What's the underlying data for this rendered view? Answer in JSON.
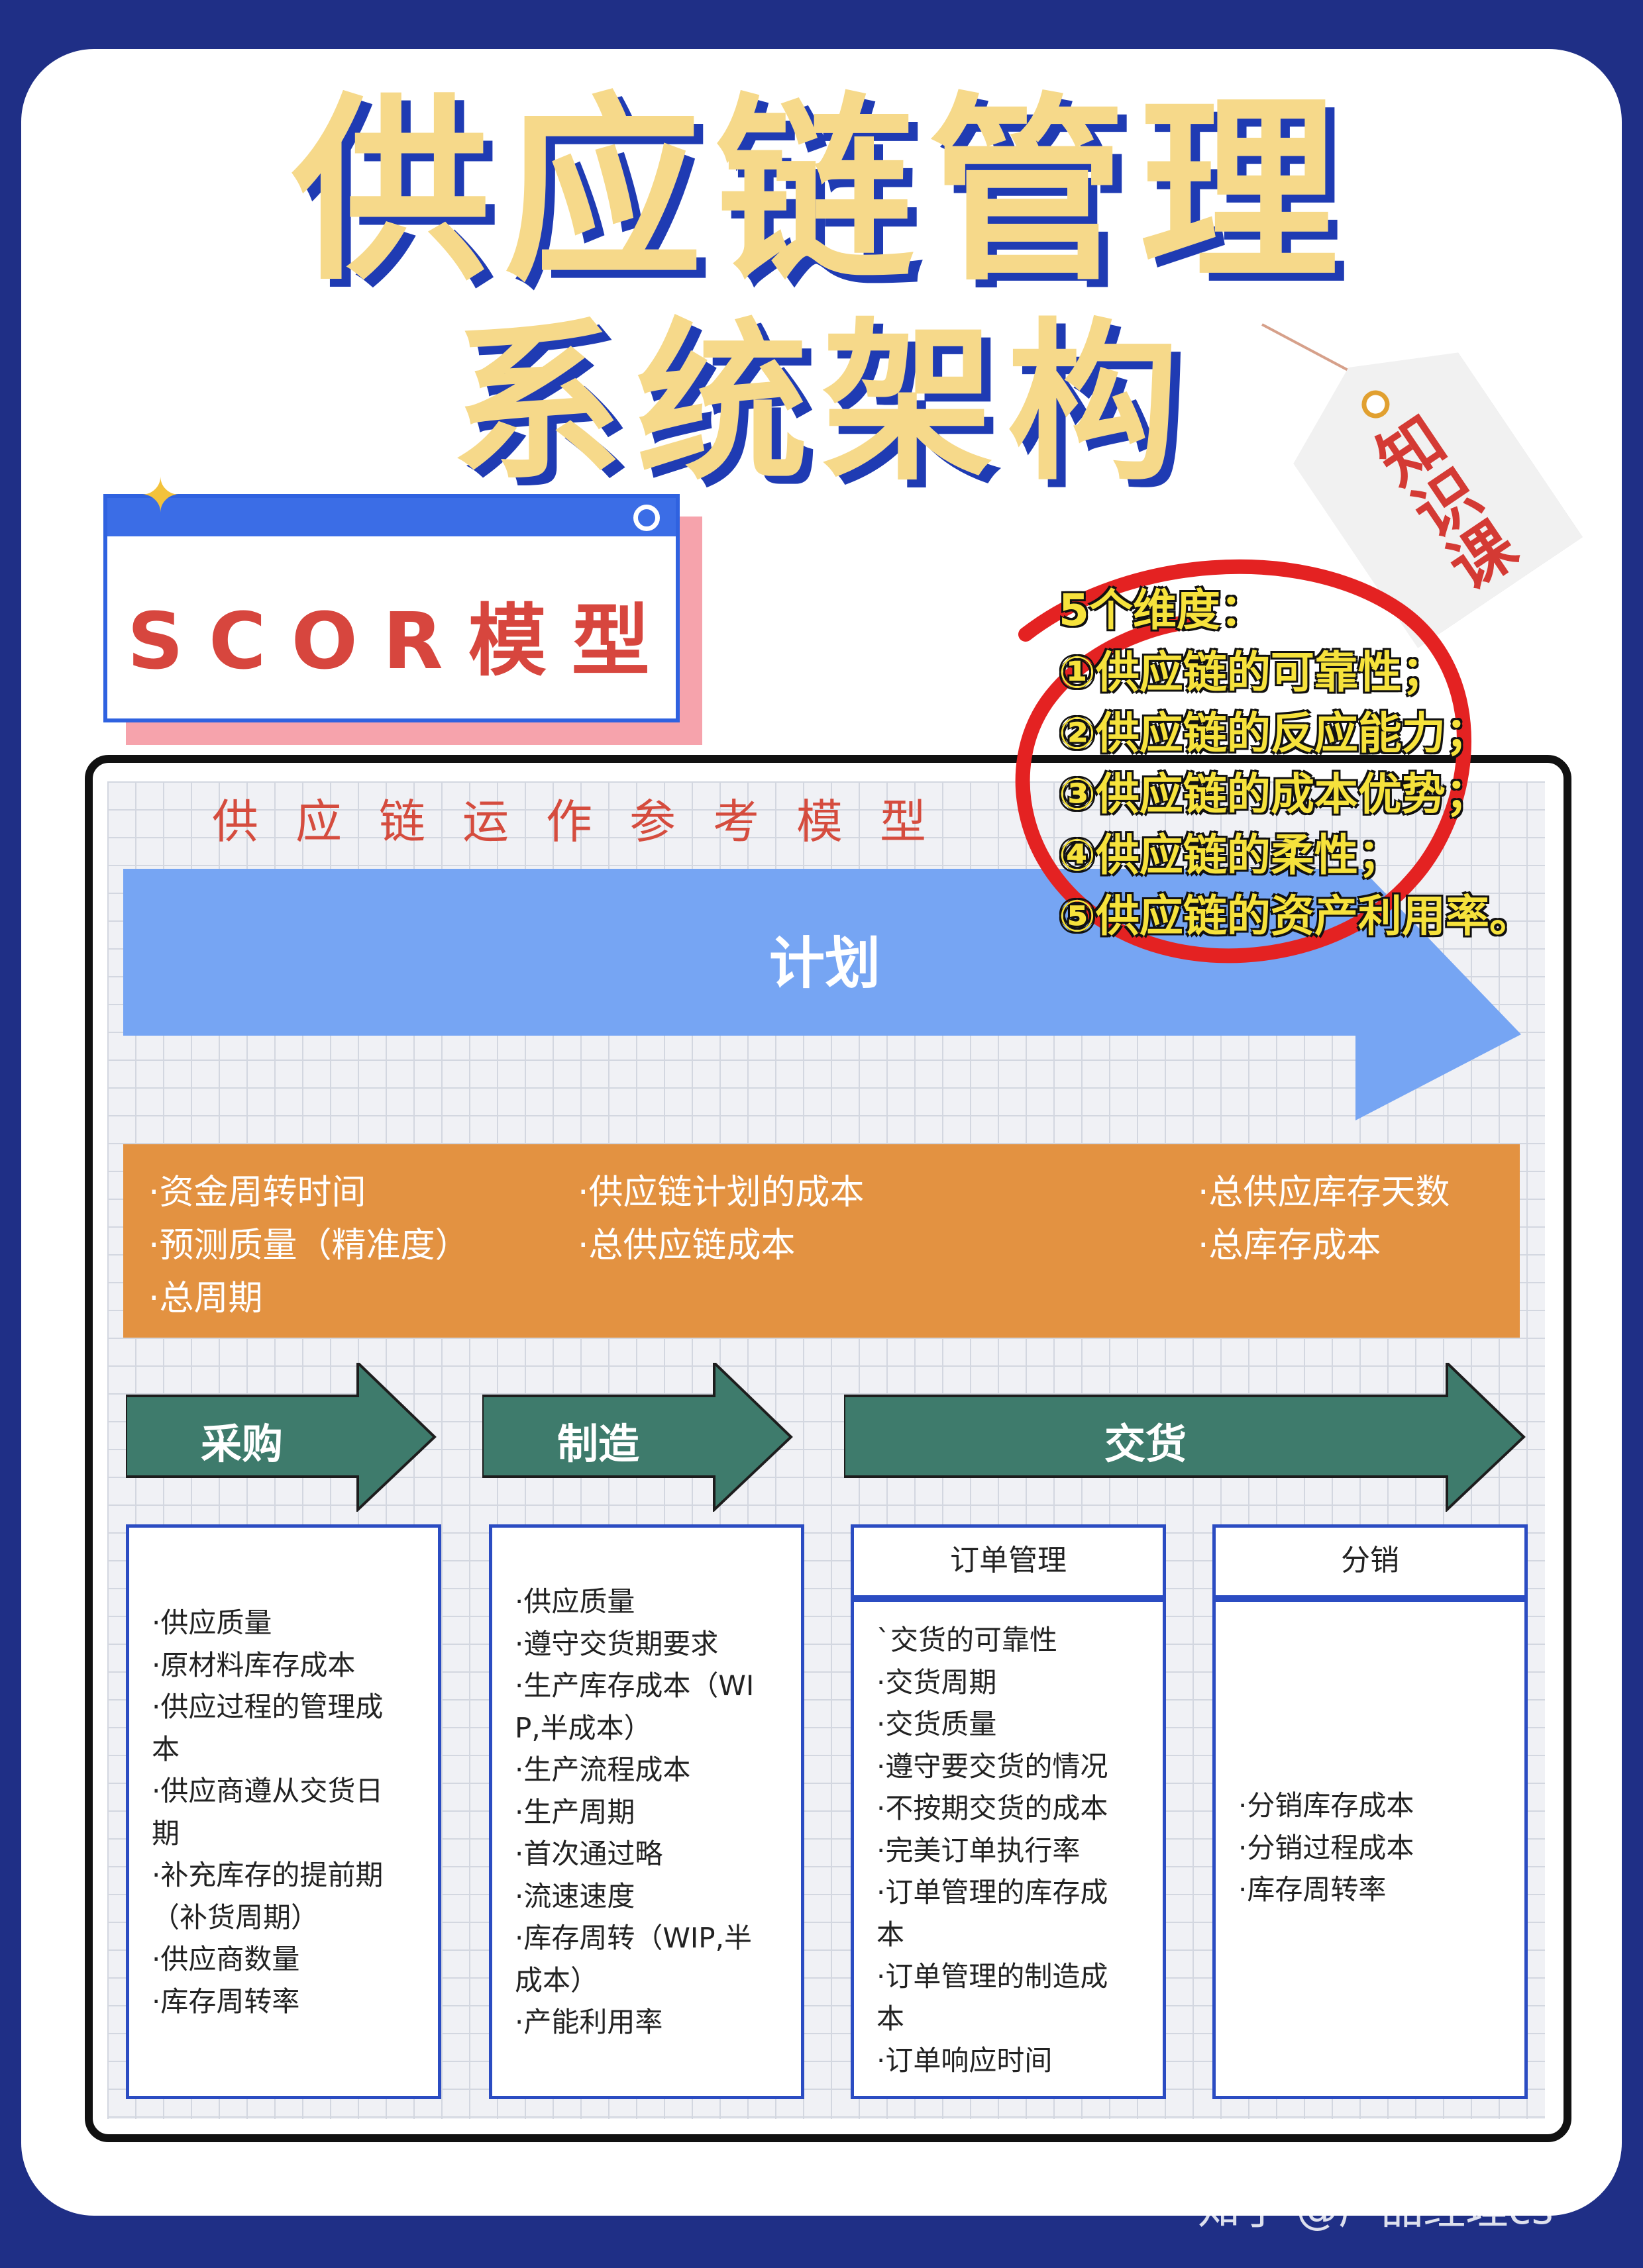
{
  "title": {
    "line1": "供应链管理",
    "line2": "系统架构"
  },
  "tag": {
    "text": "知识课堂"
  },
  "scor": {
    "label": "SCOR模型"
  },
  "model": {
    "title": "供应链运作参考模型",
    "plan_label": "计划",
    "plan_metrics": {
      "col1": [
        "·资金周转时间",
        "·预测质量（精准度）",
        "·总周期"
      ],
      "col2": [
        "·供应链计划的成本",
        "·总供应链成本"
      ],
      "col3": [
        "·总供应库存天数",
        "·总库存成本"
      ]
    },
    "stages": {
      "procurement": "采购",
      "manufacturing": "制造",
      "delivery": "交货"
    },
    "procurement_metrics": [
      "·供应质量",
      "·原材料库存成本",
      "·供应过程的管理成",
      "本",
      "·供应商遵从交货日",
      "期",
      "·补充库存的提前期",
      "（补货周期）",
      "·供应商数量",
      "·库存周转率"
    ],
    "manufacturing_metrics": [
      "·供应质量",
      "·遵守交货期要求",
      "·生产库存成本（WI",
      "P,半成本）",
      "·生产流程成本",
      "·生产周期",
      "·首次通过略",
      "·流速速度",
      "·库存周转（WIP,半",
      "成本）",
      "·产能利用率"
    ],
    "order_header": "订单管理",
    "order_metrics": [
      "`交货的可靠性",
      "·交货周期",
      "·交货质量",
      "·遵守要交货的情况",
      "·不按期交货的成本",
      "·完美订单执行率",
      "·订单管理的库存成",
      "本",
      "·订单管理的制造成",
      "本",
      "·订单响应时间"
    ],
    "distribution_header": "分销",
    "distribution_metrics": [
      "·分销库存成本",
      "·分销过程成本",
      "·库存周转率"
    ]
  },
  "annotation": {
    "heading": "5个维度：",
    "items": [
      "①供应链的可靠性；",
      "②供应链的反应能力；",
      "③供应链的成本优势；",
      "④供应链的柔性；",
      "⑤供应链的资产利用率。"
    ]
  },
  "watermark": "知乎 @产品经理cs",
  "colors": {
    "background": "#1f2f86",
    "title_fill": "#f6d98a",
    "title_shadow": "#1f3bb3",
    "plan_arrow": "#76a5f3",
    "orange_band": "#e39241",
    "stage_arrow": "#3e7b6c",
    "circle": "#e42222"
  }
}
